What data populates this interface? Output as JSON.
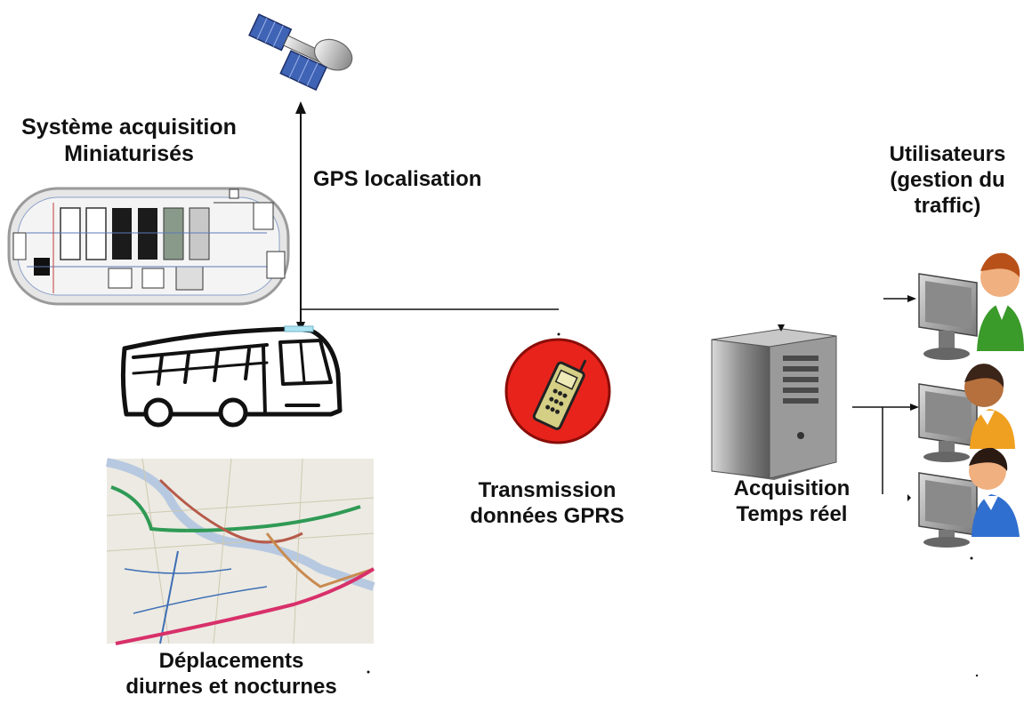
{
  "labels": {
    "system_line1": "Système acquisition",
    "system_line2": "Miniaturisés",
    "gps": "GPS localisation",
    "users_line1": "Utilisateurs",
    "users_line2": "(gestion du",
    "users_line3": "traffic)",
    "transmission_line1": "Transmission",
    "transmission_line2": "données GPRS",
    "acquisition_line1": "Acquisition",
    "acquisition_line2": "Temps réel",
    "deplacements_line1": "Déplacements",
    "deplacements_line2": "diurnes et nocturnes"
  },
  "icons": [
    "satellite-icon",
    "circuit-board-image",
    "bus-icon",
    "gprs-phone-icon",
    "server-icon",
    "user-workstation-icon",
    "city-map-image"
  ],
  "colors": {
    "phone_circle": "#e8231c",
    "user1_shirt": "#3a9a2a",
    "user2_shirt": "#f0a020",
    "user3_shirt": "#2f6fd0",
    "map_green": "#2f9a55",
    "map_red": "#d8306a",
    "map_blue": "#3f6fb5"
  }
}
